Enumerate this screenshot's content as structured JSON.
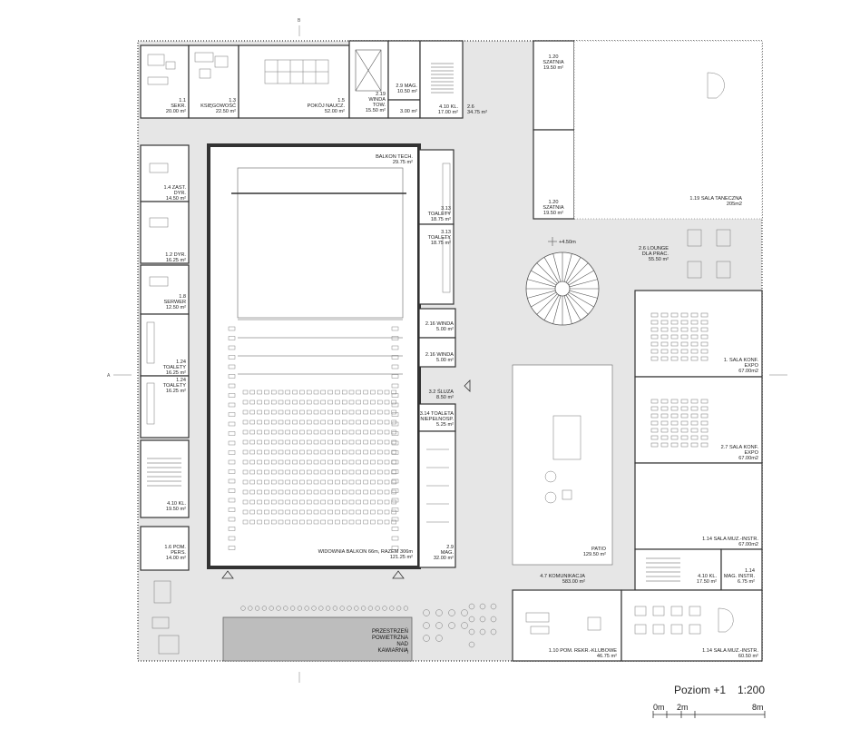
{
  "drawing": {
    "level": "Poziom +1",
    "scale": "1:200",
    "scale_bar": [
      "0m",
      "2m",
      "8m"
    ],
    "section_marks": {
      "b": "B",
      "a": "A"
    }
  },
  "colors": {
    "background": "#ffffff",
    "floor": "#e6e6e6",
    "void": "#bdbdbd",
    "wall": "#333333"
  },
  "level_mark": "+4.50m",
  "rooms": [
    {
      "id": "r1_1",
      "label": [
        "1.1",
        "SEKR.",
        "20.00 m²"
      ]
    },
    {
      "id": "r1_3",
      "label": [
        "1.3",
        "KSIĘGOWOŚĆ",
        "22.50 m²"
      ]
    },
    {
      "id": "r1_5",
      "label": [
        "1.5",
        "POKÓJ NAUCZ.",
        "52.00 m²"
      ]
    },
    {
      "id": "r2_19",
      "label": [
        "2.19",
        "WINDA",
        "TOW.",
        "15.50 m²"
      ]
    },
    {
      "id": "r2_9a",
      "label": [
        "2.9 MAG.",
        "10.50 m²"
      ]
    },
    {
      "id": "r3_00",
      "label": [
        "3.00 m²"
      ]
    },
    {
      "id": "r4_10a",
      "label": [
        "4.10 KL.",
        "17.00 m²"
      ]
    },
    {
      "id": "r2_6",
      "label": [
        "2.6",
        "34.75 m²"
      ]
    },
    {
      "id": "r1_20a",
      "label": [
        "1.20",
        "SZATNIA",
        "19.50 m²"
      ]
    },
    {
      "id": "r1_20b",
      "label": [
        "1.20",
        "SZATNIA",
        "19.50 m²"
      ]
    },
    {
      "id": "r1_19",
      "label": [
        "1.19 SALA TANECZNA",
        "205m2"
      ]
    },
    {
      "id": "r1_4",
      "label": [
        "1.4 ZAST.",
        "DYR.",
        "14.50 m²"
      ]
    },
    {
      "id": "r1_2",
      "label": [
        "1.2 DYR.",
        "16.25 m²"
      ]
    },
    {
      "id": "r1_8",
      "label": [
        "1.8",
        "SERWER",
        "12.50 m²"
      ]
    },
    {
      "id": "r1_24a",
      "label": [
        "1.24",
        "TOALETY",
        "16.25 m²"
      ]
    },
    {
      "id": "r1_24b",
      "label": [
        "1.24",
        "TOALETY",
        "16.25 m²"
      ]
    },
    {
      "id": "r4_10b",
      "label": [
        "4.10 KL.",
        "19.50 m²"
      ]
    },
    {
      "id": "r1_6",
      "label": [
        "1.6 POM.",
        "PERS.",
        "14.00 m²"
      ]
    },
    {
      "id": "rbalkon",
      "label": [
        "BALKON TECH.",
        "29.75 m²"
      ]
    },
    {
      "id": "r3_13a",
      "label": [
        "3.13",
        "TOALETY",
        "18.75 m²"
      ]
    },
    {
      "id": "r3_13b",
      "label": [
        "3.13",
        "TOALETY",
        "18.75 m²"
      ]
    },
    {
      "id": "r2_16a",
      "label": [
        "2.16 WINDA",
        "5.00 m²"
      ]
    },
    {
      "id": "r2_16b",
      "label": [
        "2.16 WINDA",
        "5.00 m²"
      ]
    },
    {
      "id": "r3_2",
      "label": [
        "3.2 ŚLUZA",
        "8.50 m²"
      ]
    },
    {
      "id": "r3_14",
      "label": [
        "3.14 TOALETA",
        "NIEPEŁNOSP.",
        "5.25 m²"
      ]
    },
    {
      "id": "r2_9b",
      "label": [
        "2.9",
        "MAG.",
        "32.00 m²"
      ]
    },
    {
      "id": "rwid",
      "label": [
        "WIDOWNIA BALKON 66m, RAZEM 306m",
        "121.25 m²"
      ]
    },
    {
      "id": "r2_6l",
      "label": [
        "2.6 LOUNGE",
        "DLA PRAC.",
        "55.50 m²"
      ]
    },
    {
      "id": "r1_exp1",
      "label": [
        "1.  SALA KONF.",
        "EXPO",
        "67.00m2"
      ]
    },
    {
      "id": "r2_7",
      "label": [
        "2.7 SALA KONF.",
        "EXPO",
        "67.00m2"
      ]
    },
    {
      "id": "r1_14a",
      "label": [
        "1.14 SALA MUZ.-INSTR.",
        "67.00m2"
      ]
    },
    {
      "id": "r4_10c",
      "label": [
        "4.10 KL.",
        "17.50 m²"
      ]
    },
    {
      "id": "r1_14m",
      "label": [
        "1.14",
        "MAG. INSTR.",
        "6.75 m²"
      ]
    },
    {
      "id": "rpatio",
      "label": [
        "PATIO",
        "129.50 m²"
      ]
    },
    {
      "id": "r4_7",
      "label": [
        "4.7 KOMUNIKACJA",
        "583.00 m²"
      ]
    },
    {
      "id": "r1_10",
      "label": [
        "1.10 POM. REKR.-KLUBOWE",
        "46.75 m²"
      ]
    },
    {
      "id": "r1_14b",
      "label": [
        "1.14 SALA MUZ.-INSTR.",
        "60.50 m²"
      ]
    },
    {
      "id": "rvoid",
      "label": [
        "PRZESTRZEŃ",
        "POWIETRZNA",
        "NAD",
        "KAWIARNIĄ"
      ]
    }
  ]
}
